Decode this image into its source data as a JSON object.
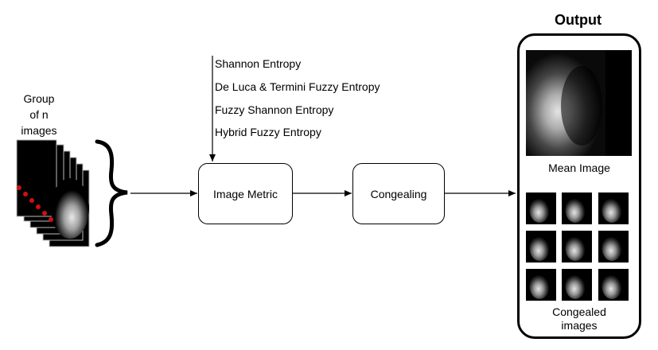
{
  "input": {
    "caption_lines": [
      "Group",
      "of n",
      "images"
    ]
  },
  "metrics": {
    "items": [
      "Shannon Entropy",
      "De Luca & Termini Fuzzy Entropy",
      "Fuzzy Shannon Entropy",
      "Hybrid Fuzzy Entropy"
    ]
  },
  "nodes": {
    "image_metric": "Image Metric",
    "congealing": "Congealing"
  },
  "output": {
    "title": "Output",
    "mean_label": "Mean Image",
    "congealed_label_lines": [
      "Congealed",
      "images"
    ]
  }
}
